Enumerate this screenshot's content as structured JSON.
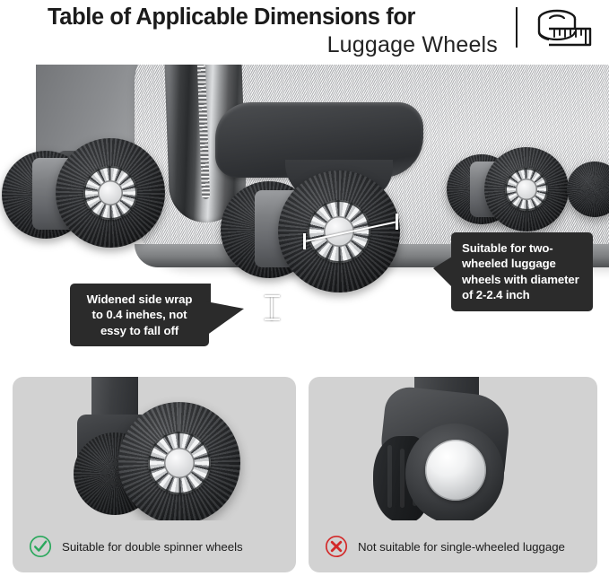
{
  "header": {
    "title_main": "Table of Applicable Dimensions for",
    "title_sub": "Luggage Wheels",
    "divider": "vertical-divider",
    "icon": "measuring-tape-icon"
  },
  "main_photo": {
    "alt": "silver hardshell suitcase bottom with double spinner wheels",
    "shell_color": "#d2d4d6",
    "tire_color": "#1c1e20",
    "hubcap_color": "#d9dbdd",
    "measure_markers": [
      {
        "name": "wheel-diameter-marker",
        "orientation": "horizontal"
      },
      {
        "name": "side-wrap-width-marker",
        "orientation": "vertical"
      }
    ]
  },
  "callouts": [
    {
      "name": "callout-side-wrap",
      "text": "Widened side wrap to 0.4 inehes, not essy to fall off",
      "background": "#2b2b2b",
      "text_color": "#ffffff",
      "pointer": "right"
    },
    {
      "name": "callout-wheel-diameter",
      "text": "Suitable for two-wheeled luggage wheels with diameter of 2-2.4 inch",
      "background": "#2b2b2b",
      "text_color": "#ffffff",
      "pointer": "left"
    }
  ],
  "panels": [
    {
      "name": "panel-double-spinner",
      "caption": "Suitable for double spinner wheels",
      "status": "suitable",
      "icon": "check-circle-icon",
      "icon_color": "#2aa85c",
      "background": "#d2d2d2",
      "alt": "close-up of double spinner wheel"
    },
    {
      "name": "panel-single-wheel",
      "caption": "Not suitable for single-wheeled luggage",
      "status": "not-suitable",
      "icon": "x-circle-icon",
      "icon_color": "#d32a2a",
      "background": "#d2d2d2",
      "alt": "close-up of single-wheeled caster"
    }
  ],
  "colors": {
    "page_background": "#ffffff",
    "title": "#1b1b1b",
    "callout_bg": "#2b2b2b",
    "panel_bg": "#d2d2d2",
    "success": "#2aa85c",
    "error": "#d32a2a"
  }
}
